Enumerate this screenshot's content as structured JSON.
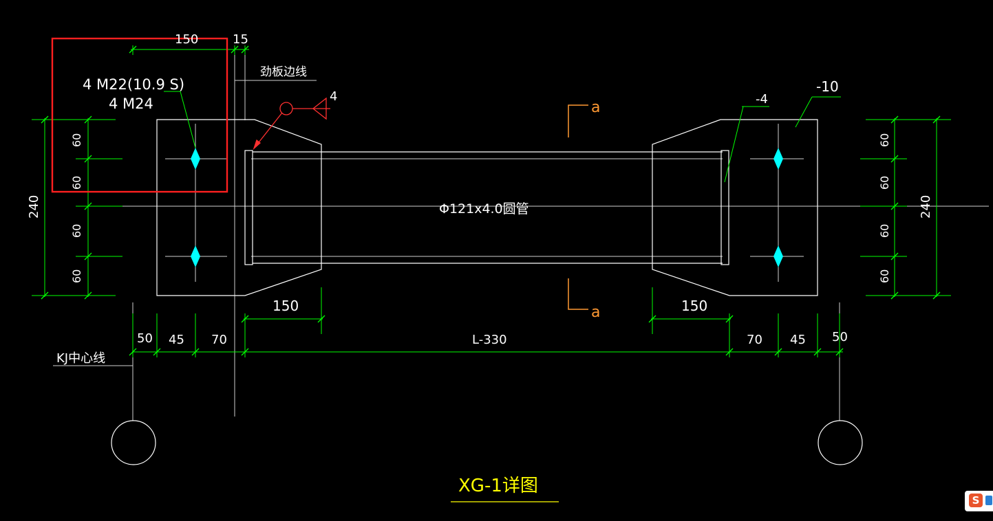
{
  "drawing": {
    "title": "XG-1详图",
    "tube_label": "Φ121x4.0圆管",
    "bolt_spec_line1": "4 M22(10.9 S)",
    "bolt_spec_line2": "4 M24",
    "edge_line_label": "劲板边线",
    "kj_axis_label": "KJ中心线",
    "weld_size": "4",
    "plate_thickness_right": "-10",
    "plate_thickness_inner": "-4",
    "section_marker_top": "a",
    "section_marker_bottom": "a",
    "dim_top_150": "150",
    "dim_top_15": "15",
    "dim_taper_left": "150",
    "dim_taper_right": "150",
    "dim_bottom": [
      "50",
      "45",
      "70",
      "L-330",
      "70",
      "45",
      "50"
    ],
    "dim_left_segments": [
      "60",
      "60",
      "60",
      "60"
    ],
    "dim_left_total": "240",
    "dim_right_segments": [
      "60",
      "60",
      "60",
      "60"
    ],
    "dim_right_total": "240"
  },
  "colors": {
    "background": "#000000",
    "outline": "#ffffff",
    "dimension": "#00ff00",
    "bolt": "#00ffff",
    "highlight_box": "#ff2020",
    "weld_symbol": "#ff3030",
    "section_marker": "#ff9933",
    "title": "#ffff00"
  },
  "ime": {
    "badge": "S"
  }
}
